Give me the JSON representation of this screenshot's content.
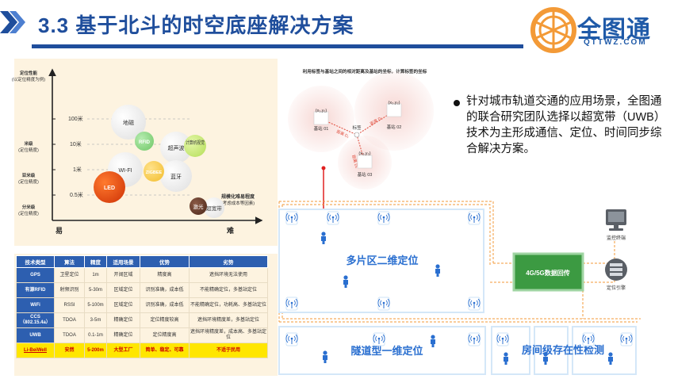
{
  "header": {
    "title": "3.3 基于北斗的时空底座解决方案"
  },
  "logo": {
    "name": "全图通",
    "sub": "QTTWZ.COM"
  },
  "positioning_chart": {
    "axis_y_top": "定位性能",
    "axis_y_top_sub": "(以定位精度为例)",
    "levels": [
      {
        "label": "米级",
        "sub": "(定位精度)"
      },
      {
        "label": "亚米级",
        "sub": "(定位精度)"
      },
      {
        "label": "分米级",
        "sub": "(定位精度)"
      }
    ],
    "ticks": [
      "100米",
      "10米",
      "1米",
      "0.5米"
    ],
    "x_easy": "易",
    "x_hard": "难",
    "cost_label": "规模化难易程度",
    "cost_sub": "(考虑成本等因素)",
    "tech": [
      "地磁",
      "RFID",
      "超声波",
      "计算机视觉",
      "WI-FI",
      "ZIGBEE",
      "蓝牙",
      "LED",
      "激光",
      "超宽带"
    ]
  },
  "comparison_table": {
    "headers": [
      "技术类型",
      "算法",
      "精度",
      "适用场景",
      "优势",
      "劣势"
    ],
    "rows": [
      [
        "GPS",
        "卫星定位",
        "1m",
        "开阔区域",
        "精度高",
        "遮挡环境无法使用"
      ],
      [
        "有源RFID",
        "射频识别",
        "5-30m",
        "区域定位",
        "识别准确，成本低",
        "不能精确定位，多基站定位"
      ],
      [
        "WiFi",
        "RSSI",
        "5-100m",
        "区域定位",
        "识别准确，成本低",
        "不能精确定位，功耗高、多基站定位"
      ],
      [
        "CCS（802.15.4a）",
        "TDOA",
        "3-5m",
        "精确定位",
        "定位精度较高",
        "遮挡环境精度差，多基站定位"
      ],
      [
        "UWB",
        "TDOA",
        "0.1-1m",
        "精确定位",
        "定位精度高",
        "遮挡环境精度差，成本高、多基站定位"
      ],
      [
        "Li-BeiWell",
        "安然",
        "5-200m",
        "大型工厂",
        "简单、稳定、可靠",
        "不适于民用"
      ]
    ]
  },
  "uwb_diagram": {
    "caption": "利用标签与基站之间的相对距离及基站的坐标，计算标签的坐标",
    "tag": "标签",
    "stations": [
      {
        "coord": "(x₁,y₁)",
        "name": "基站 01"
      },
      {
        "coord": "(x₂,y₂)",
        "name": "基站 02"
      },
      {
        "coord": "(x₃,y₃)",
        "name": "基站 03"
      }
    ],
    "distances": [
      "距离 D₁",
      "距离 D₂",
      "距离 D₃"
    ]
  },
  "bullet": "针对城市轨道交通的应用场景，全图通的联合研究团队选择以超宽带（UWB）技术为主形成通信、定位、时间同步综合解决方案。",
  "network": {
    "zone_2d": "多片区二维定位",
    "zone_1d": "隧道型一维定位",
    "zone_room": "房间级存在性检测",
    "backhaul": "4G/5G数据回传",
    "monitor": "监控终端",
    "engine": "定位引擎"
  },
  "colors": {
    "primary": "#1f4e9c",
    "accent_orange": "#f39a37",
    "network_green": "#3c9a42",
    "table_header": "#2d5fb0",
    "highlight_yellow": "#ffe600"
  }
}
